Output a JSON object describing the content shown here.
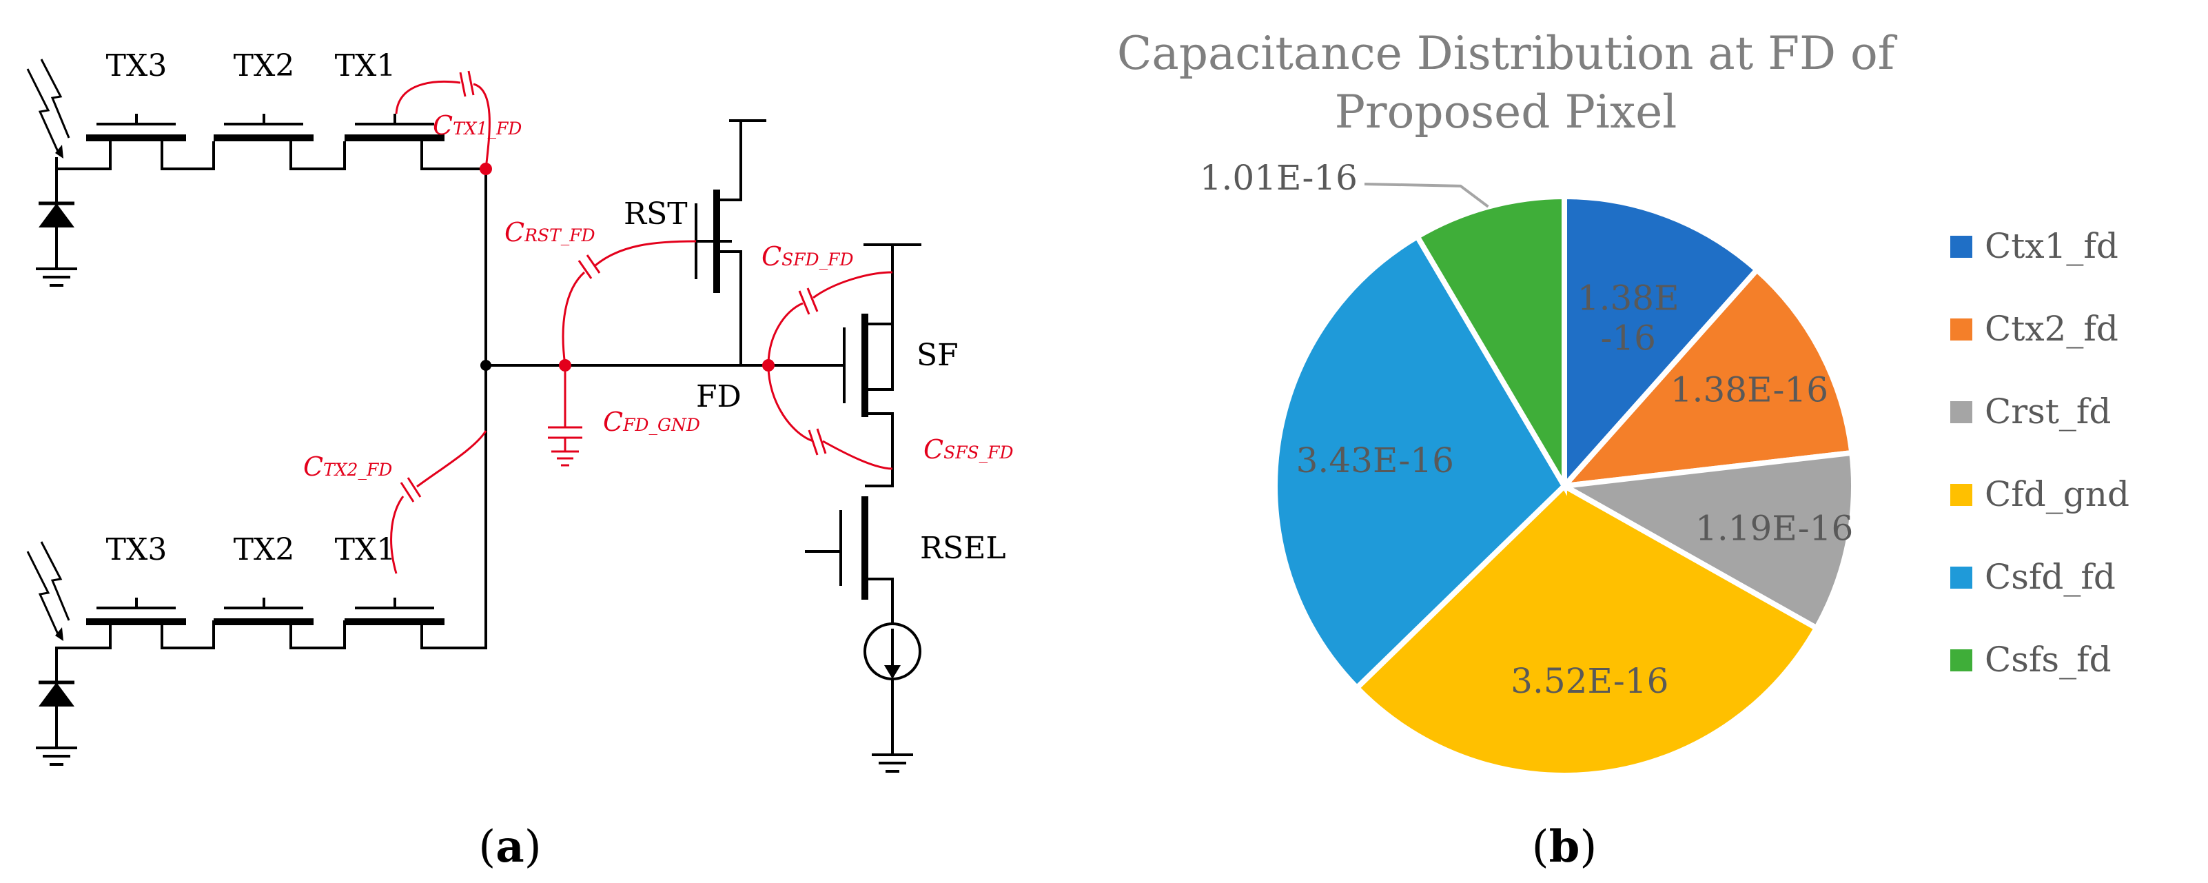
{
  "panel_a": {
    "label_open": "(",
    "label_letter": "a",
    "label_close": ")",
    "top_tx": [
      "TX3",
      "TX2",
      "TX1"
    ],
    "bottom_tx": [
      "TX3",
      "TX2",
      "TX1"
    ],
    "rst": "RST",
    "fd": "FD",
    "sf": "SF",
    "rsel": "RSEL",
    "caps": {
      "tx1_fd": {
        "main": "C",
        "sub": "TX1_FD"
      },
      "tx2_fd": {
        "main": "C",
        "sub": "TX2_FD"
      },
      "rst_fd": {
        "main": "C",
        "sub": "RST_FD"
      },
      "sfd_fd": {
        "main": "C",
        "sub": "SFD_FD"
      },
      "fd_gnd": {
        "main": "C",
        "sub": "FD_GND"
      },
      "sfs_fd": {
        "main": "C",
        "sub": "SFS_FD"
      }
    },
    "colors": {
      "wire": "#000000",
      "cap": "#e3001b"
    }
  },
  "panel_b": {
    "label_open": "(",
    "label_letter": "b",
    "label_close": ")"
  },
  "chart_data": {
    "type": "pie",
    "title_line1": "Capacitance Distribution at FD of",
    "title_line2": "Proposed Pixel",
    "slices": [
      {
        "name": "Ctx1_fd",
        "value": 1.38e-16,
        "label": "1.38E-16",
        "label_lines": [
          "1.38E",
          "-16"
        ],
        "color": "#1f6fc6"
      },
      {
        "name": "Ctx2_fd",
        "value": 1.38e-16,
        "label": "1.38E-16",
        "label_lines": [
          "1.38E-16"
        ],
        "color": "#f47f29"
      },
      {
        "name": "Crst_fd",
        "value": 1.19e-16,
        "label": "1.19E-16",
        "label_lines": [
          "1.19E-16"
        ],
        "color": "#a5a5a5"
      },
      {
        "name": "Cfd_gnd",
        "value": 3.52e-16,
        "label": "3.52E-16",
        "label_lines": [
          "3.52E-16"
        ],
        "color": "#ffc000"
      },
      {
        "name": "Csfd_fd",
        "value": 3.43e-16,
        "label": "3.43E-16",
        "label_lines": [
          "3.43E-16"
        ],
        "color": "#1f9ad9"
      },
      {
        "name": "Csfs_fd",
        "value": 1.01e-16,
        "label": "1.01E-16",
        "label_lines": [
          "1.01E-16"
        ],
        "color": "#3fae39"
      }
    ],
    "legend_position": "right"
  }
}
